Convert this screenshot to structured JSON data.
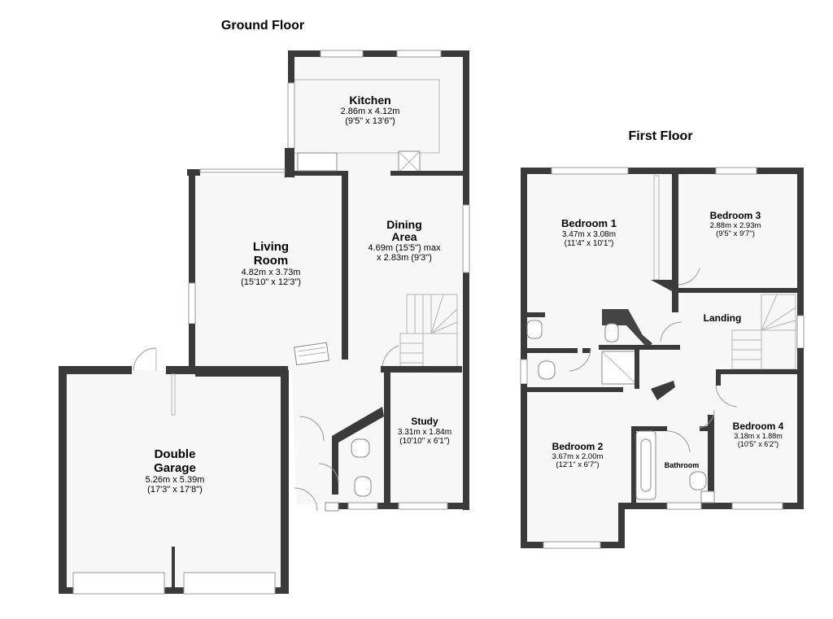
{
  "ground_floor": {
    "title": "Ground Floor",
    "rooms": {
      "kitchen": {
        "name": "Kitchen",
        "metric": "2.86m x 4.12m",
        "imperial": "(9'5\" x 13'6\")"
      },
      "dining": {
        "name_line1": "Dining",
        "name_line2": "Area",
        "metric": "4.69m (15'5\") max",
        "imperial": "x 2.83m (9'3\")"
      },
      "living": {
        "name_line1": "Living",
        "name_line2": "Room",
        "metric": "4.82m x 3.73m",
        "imperial": "(15'10\" x 12'3\")"
      },
      "garage": {
        "name_line1": "Double",
        "name_line2": "Garage",
        "metric": "5.26m x 5.39m",
        "imperial": "(17'3\" x 17'8\")"
      },
      "study": {
        "name": "Study",
        "metric": "3.31m x 1.84m",
        "imperial": "(10'10\" x 6'1\")"
      }
    }
  },
  "first_floor": {
    "title": "First Floor",
    "rooms": {
      "bedroom1": {
        "name": "Bedroom 1",
        "metric": "3.47m x 3.08m",
        "imperial": "(11'4\" x 10'1\")"
      },
      "bedroom3": {
        "name": "Bedroom 3",
        "metric": "2.88m x 2.93m",
        "imperial": "(9'5\" x 9'7\")"
      },
      "landing": {
        "name": "Landing"
      },
      "bedroom2": {
        "name": "Bedroom 2",
        "metric": "3.67m x 2.00m",
        "imperial": "(12'1\" x 6'7\")"
      },
      "bathroom": {
        "name": "Bathroom"
      },
      "bedroom4": {
        "name": "Bedroom 4",
        "metric": "3.18m x 1.88m",
        "imperial": "(10'5\" x 6'2\")"
      }
    }
  }
}
